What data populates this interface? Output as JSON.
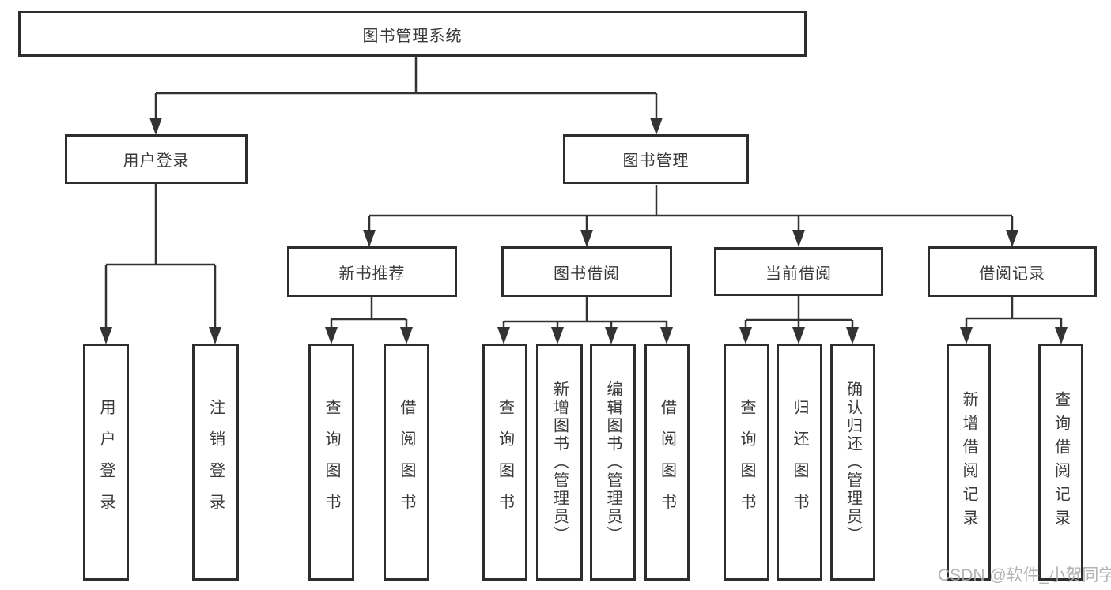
{
  "title": "图书管理系统",
  "tree": {
    "root": {
      "label": "图书管理系统"
    },
    "branches": [
      {
        "label": "用户登录",
        "children": [
          {
            "label": "用户登录"
          },
          {
            "label": "注销登录"
          }
        ]
      },
      {
        "label": "图书管理",
        "groups": [
          {
            "label": "新书推荐",
            "children": [
              {
                "label": "查询图书"
              },
              {
                "label": "借阅图书"
              }
            ]
          },
          {
            "label": "图书借阅",
            "children": [
              {
                "label": "查询图书"
              },
              {
                "label": "新增图书（管理员）"
              },
              {
                "label": "编辑图书（管理员）"
              },
              {
                "label": "借阅图书"
              }
            ]
          },
          {
            "label": "当前借阅",
            "children": [
              {
                "label": "查询图书"
              },
              {
                "label": "归还图书"
              },
              {
                "label": "确认归还（管理员）"
              }
            ]
          },
          {
            "label": "借阅记录",
            "children": [
              {
                "label": "新增借阅记录"
              },
              {
                "label": "查询借阅记录"
              }
            ]
          }
        ]
      }
    ]
  },
  "watermark": {
    "text": "CSDN @软件_小贺同学"
  },
  "colors": {
    "line": "#333333",
    "box_border": "#2d2d2d",
    "text": "#3a3a3a",
    "background": "#ffffff",
    "watermark": "#ababab"
  }
}
